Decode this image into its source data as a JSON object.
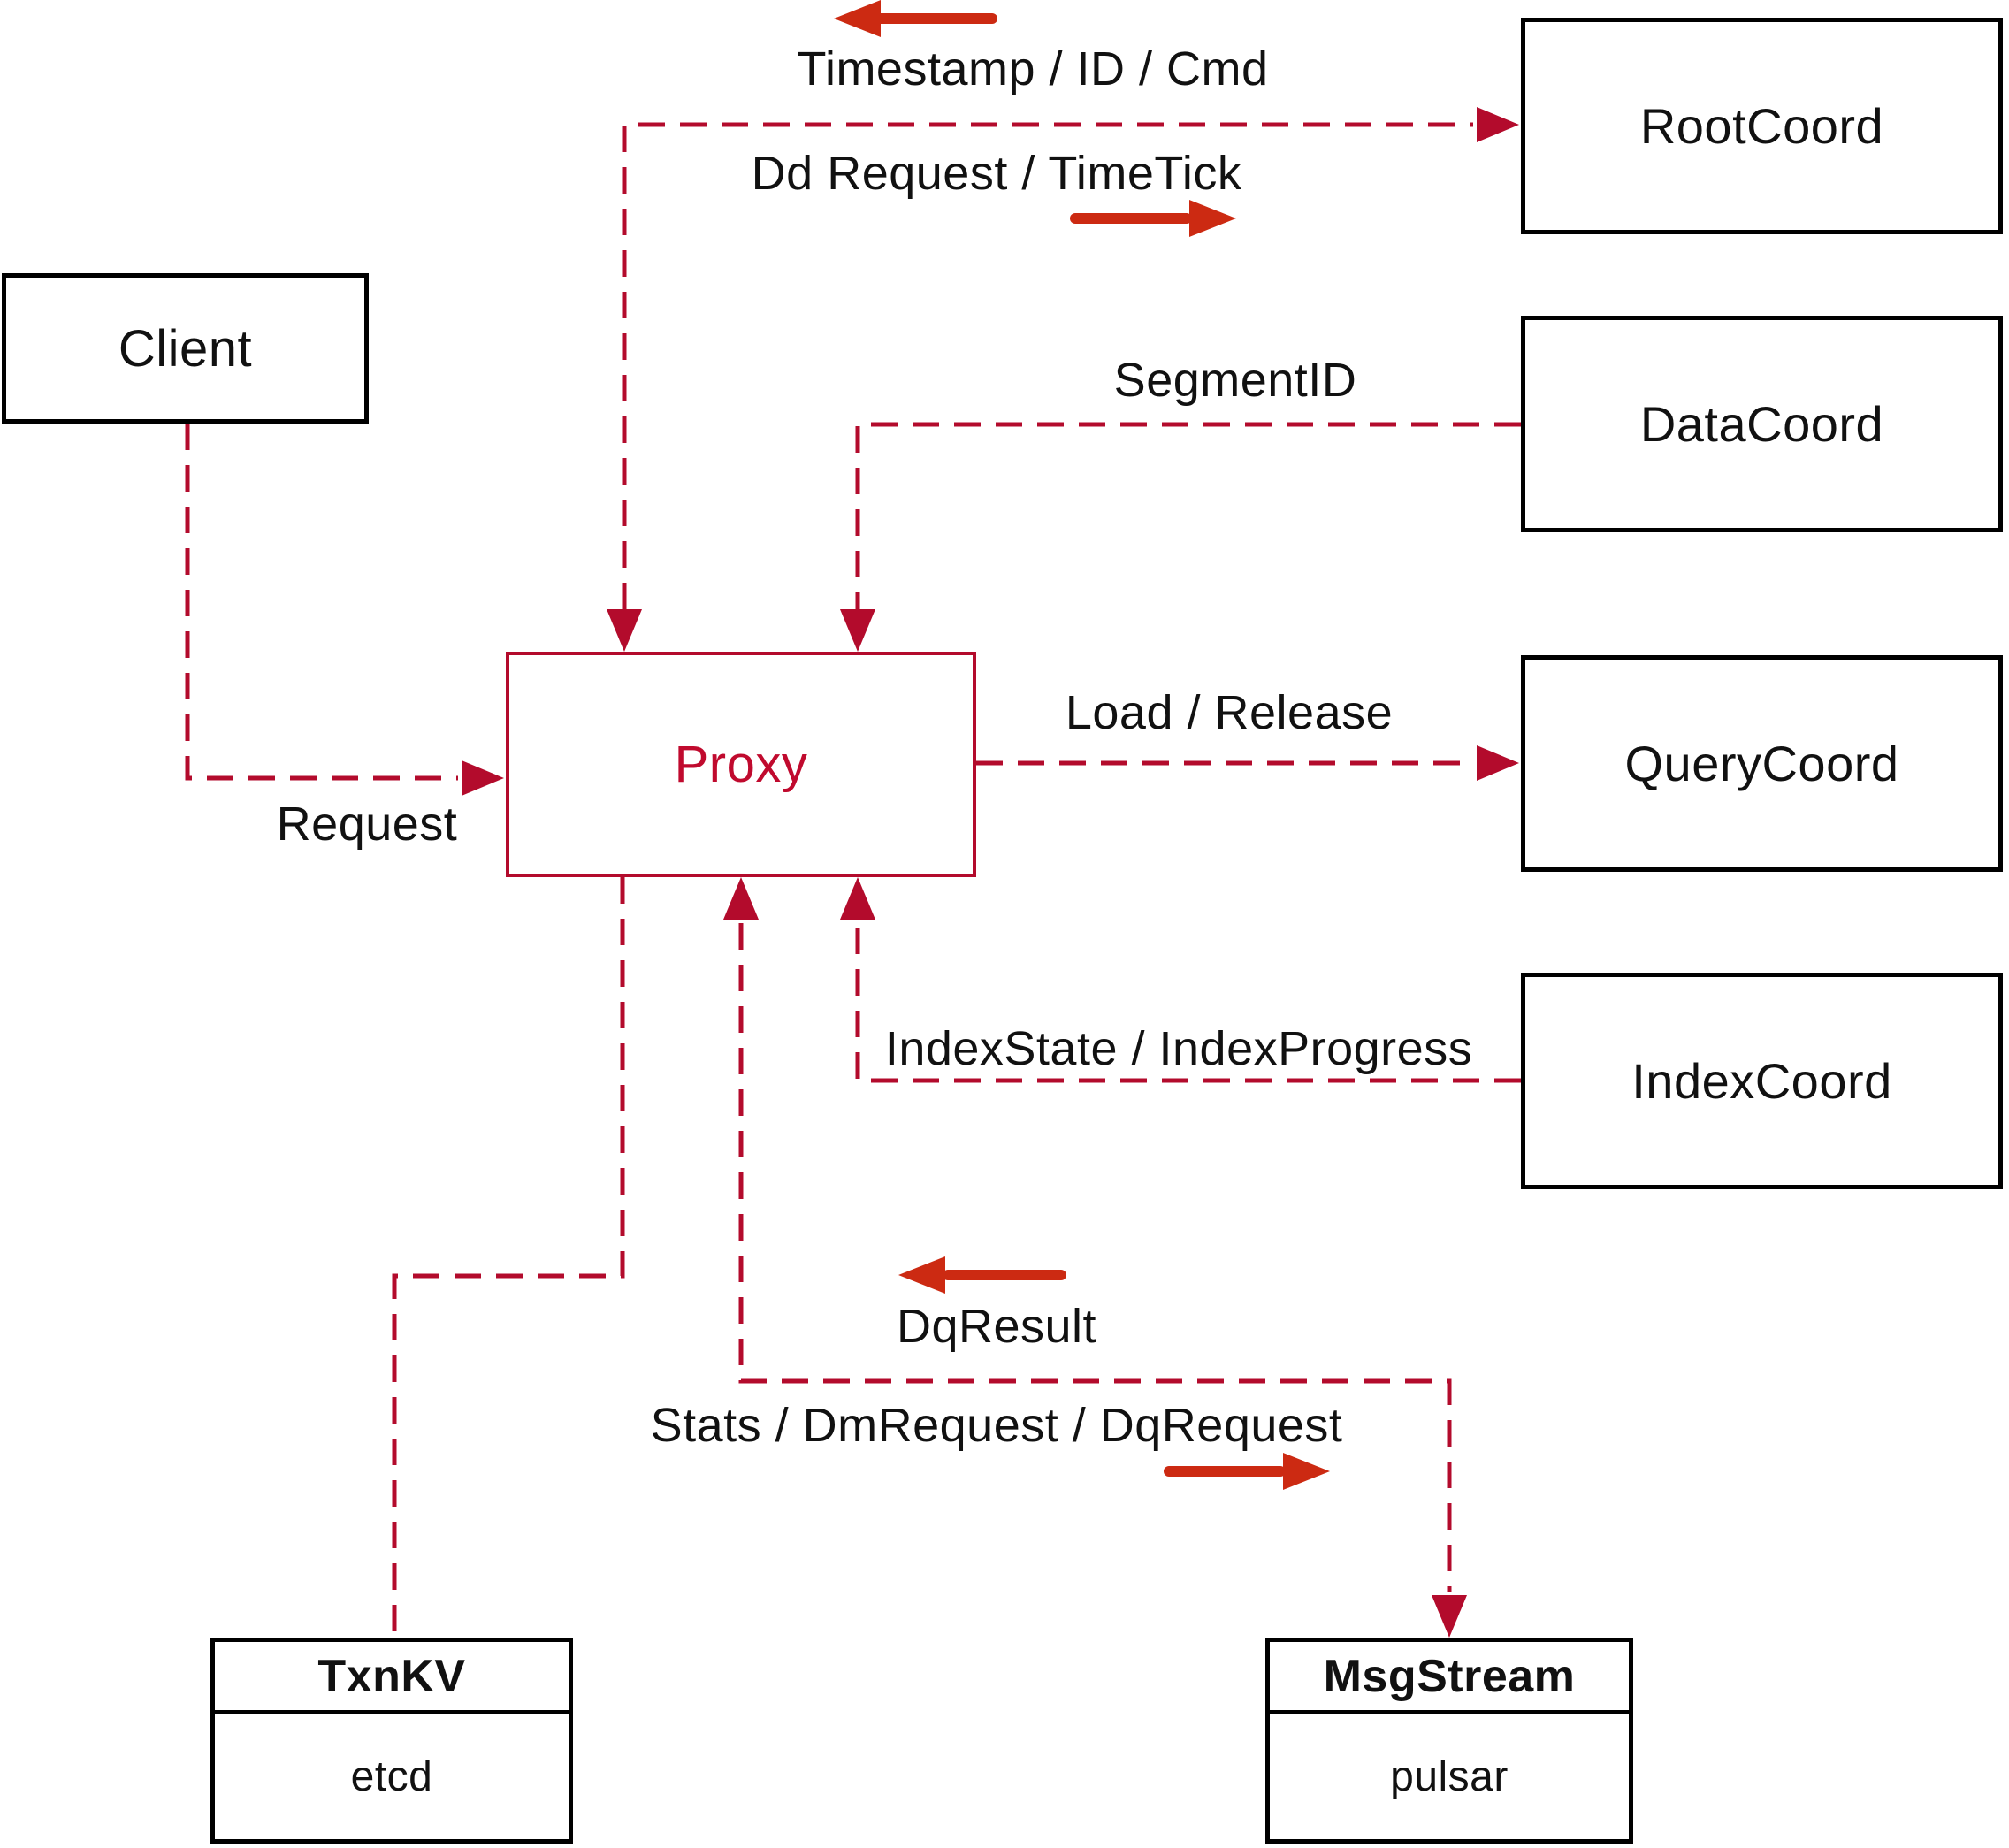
{
  "colors": {
    "connector": "#b30b2c",
    "solid_arrow": "#cc2a12",
    "node_border": "#000000",
    "proxy_accent": "#c00a2e",
    "text": "#111111",
    "background": "#ffffff"
  },
  "nodes": {
    "client": {
      "label": "Client"
    },
    "proxy": {
      "label": "Proxy"
    },
    "rootcoord": {
      "label": "RootCoord"
    },
    "datacoord": {
      "label": "DataCoord"
    },
    "querycoord": {
      "label": "QueryCoord"
    },
    "indexcoord": {
      "label": "IndexCoord"
    },
    "txnkv": {
      "title": "TxnKV",
      "subtitle": "etcd"
    },
    "msgstream": {
      "title": "MsgStream",
      "subtitle": "pulsar"
    }
  },
  "edge_labels": {
    "timestamp": "Timestamp / ID / Cmd",
    "dd_request": "Dd Request / TimeTick",
    "segment_id": "SegmentID",
    "load_release": "Load / Release",
    "request": "Request",
    "index_state": "IndexState / IndexProgress",
    "dq_result": "DqResult",
    "stats": "Stats / DmRequest / DqRequest"
  }
}
